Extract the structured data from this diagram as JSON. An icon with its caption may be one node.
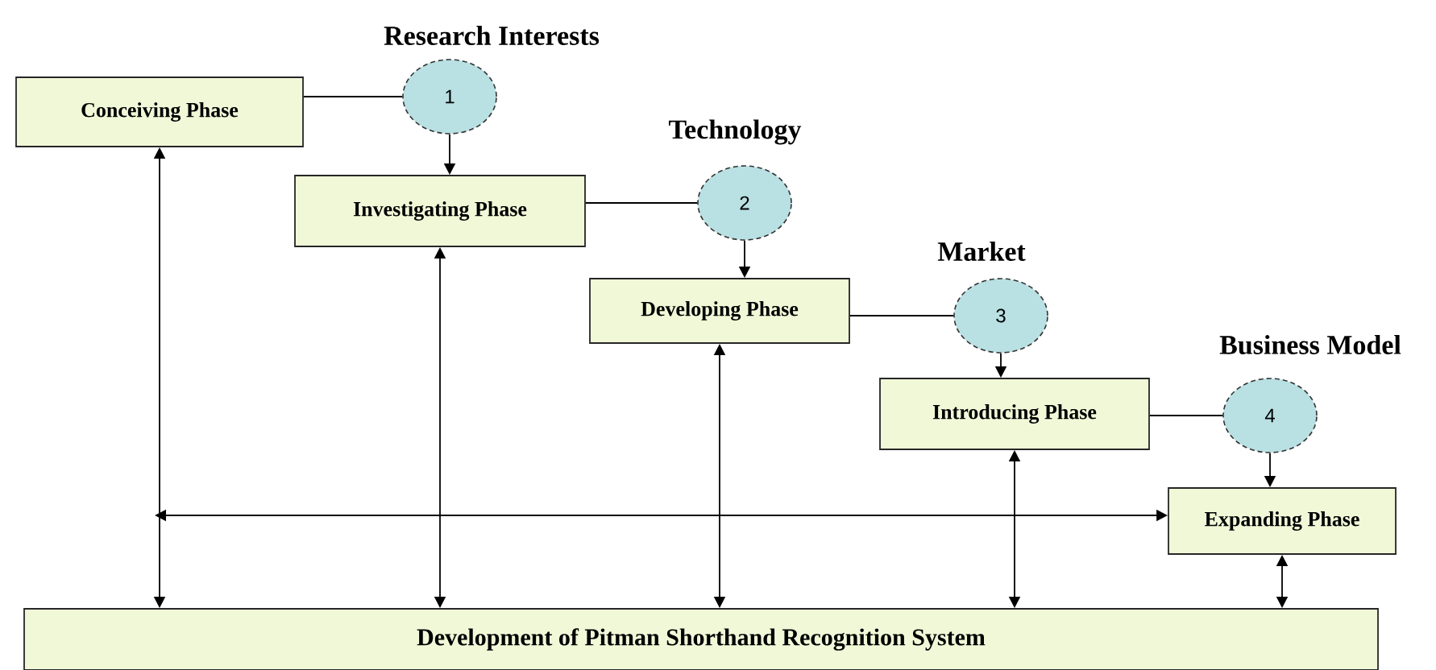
{
  "diagram": {
    "nodes": [
      {
        "text": [
          "Conceiving Phase"
        ]
      },
      {
        "text": [
          "1"
        ],
        "beside": [
          "Research Interests"
        ]
      },
      {
        "text": [
          "Investigating Phase"
        ]
      },
      {
        "text": [
          "2"
        ],
        "beside": [
          "Technology"
        ]
      },
      {
        "text": [
          "Developing Phase"
        ]
      },
      {
        "text": [
          "3"
        ],
        "beside": [
          "Market"
        ]
      },
      {
        "text": [
          "Introducing Phase"
        ]
      },
      {
        "text": [
          "4"
        ],
        "beside": [
          "Business Model"
        ]
      },
      {
        "text": [
          "Expanding Phase"
        ]
      },
      {
        "text": [
          "Development of Pitman Shorthand Recognition System"
        ]
      }
    ],
    "edges": [
      {
        "from": 0,
        "to": 1,
        "arrow": "none"
      },
      {
        "from": 1,
        "to": 2,
        "arrow": "to"
      },
      {
        "from": 2,
        "to": 3,
        "arrow": "none"
      },
      {
        "from": 3,
        "to": 4,
        "arrow": "to"
      },
      {
        "from": 4,
        "to": 5,
        "arrow": "none"
      },
      {
        "from": 5,
        "to": 6,
        "arrow": "to"
      },
      {
        "from": 6,
        "to": 7,
        "arrow": "none"
      },
      {
        "from": 7,
        "to": 8,
        "arrow": "to"
      },
      {
        "from": 0,
        "to": 9,
        "arrow": "both"
      },
      {
        "from": 2,
        "to": 9,
        "arrow": "both"
      },
      {
        "from": 4,
        "to": 9,
        "arrow": "both"
      },
      {
        "from": 6,
        "to": 9,
        "arrow": "both"
      },
      {
        "from": 8,
        "to": 9,
        "arrow": "both"
      },
      {
        "from": null,
        "to": 8,
        "arrow": "both"
      }
    ]
  }
}
